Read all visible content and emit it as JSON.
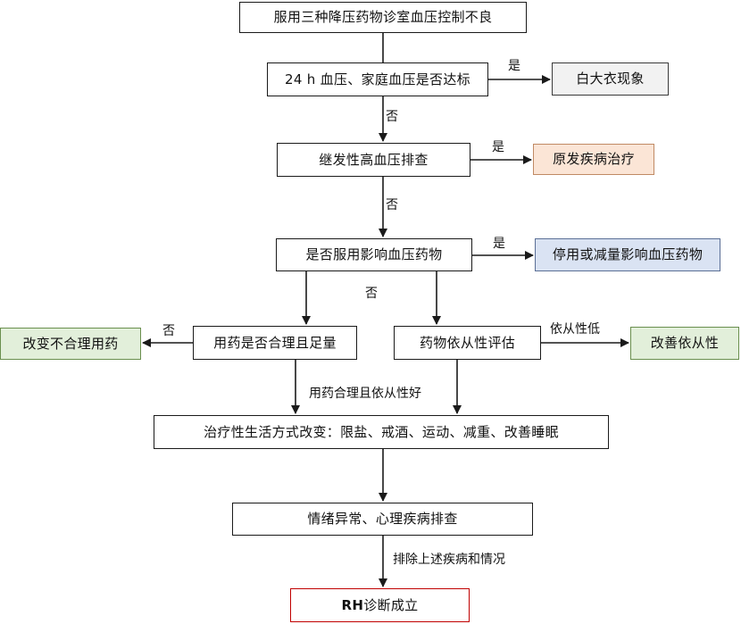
{
  "nodes": {
    "start": "服用三种降压药物诊室血压控制不良",
    "bp_check": "24 h 血压、家庭血压是否达标",
    "white_coat": "白大衣现象",
    "secondary": "继发性高血压排查",
    "primary_treat": "原发疾病治疗",
    "drug_check": "是否服用影响血压药物",
    "stop_drug": "停用或减量影响血压药物",
    "rational_check": "用药是否合理且足量",
    "change_meds": "改变不合理用药",
    "adherence_eval": "药物依从性评估",
    "improve_adherence": "改善依从性",
    "lifestyle": "治疗性生活方式改变：限盐、戒酒、运动、减重、改善睡眠",
    "psych_check": "情绪异常、心理疾病排查",
    "rh_prefix": "RH",
    "rh_suffix": "诊断成立"
  },
  "edge_labels": {
    "yes_white_coat": "是",
    "no_secondary": "否",
    "yes_primary": "是",
    "no_drug": "否",
    "yes_stop": "是",
    "no_split": "否",
    "no_change": "否",
    "low_adherence": "依从性低",
    "good_meds": "用药合理且依从性好",
    "exclude": "排除上述疾病和情况"
  },
  "colors": {
    "line": "#1a1a1a",
    "gray_fill": "#f2f2f2",
    "orange_fill": "#fbe5d6",
    "blue_fill": "#dae3f3",
    "green_fill": "#e2efda",
    "red_border": "#c00000"
  }
}
